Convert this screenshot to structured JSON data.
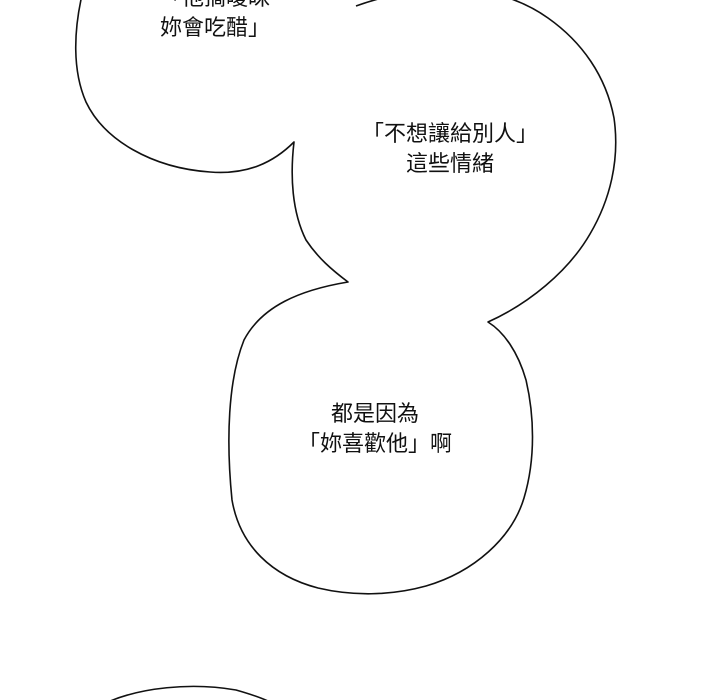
{
  "panel": {
    "background_color": "#ffffff",
    "line_color": "#111111"
  },
  "bubbles": {
    "top": {
      "line1": "「他搞曖昧",
      "line2": "妳會吃醋」"
    },
    "middle": {
      "line1": "「不想讓給別人」",
      "line2": "這些情緒"
    },
    "bottom": {
      "line1": "都是因為",
      "line2": "「妳喜歡他」啊"
    }
  }
}
